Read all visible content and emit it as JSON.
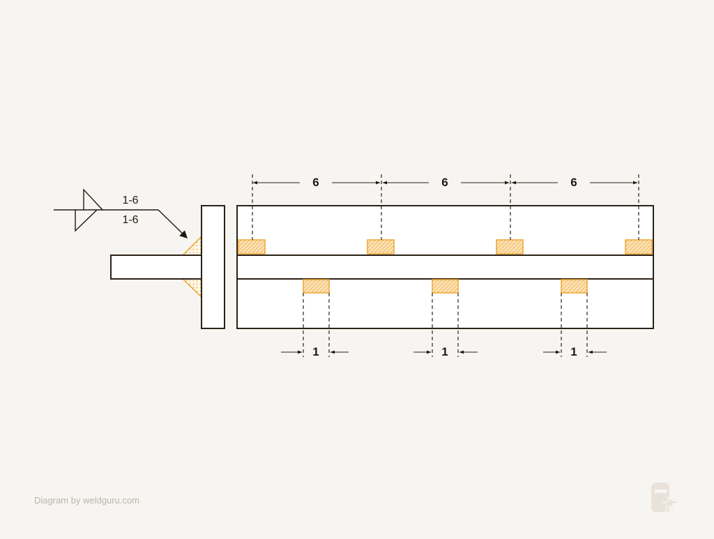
{
  "diagram": {
    "type": "intermittent staggered fillet weld detail",
    "weld_symbol": {
      "arrow_side_label": "1-6",
      "other_side_label": "1-6",
      "symbol_icon": "fillet-weld-both-sides-staggered"
    },
    "dimensions": {
      "pitch_labels": [
        "6",
        "6",
        "6"
      ],
      "length_labels": [
        "1",
        "1",
        "1"
      ]
    },
    "colors": {
      "background": "#f7f5f1",
      "outline": "#2a2118",
      "weld": "#f0a430",
      "weld_fill": "#fbe3b8",
      "dim_line": "#2a2118",
      "credit_text": "#b9b4ad",
      "logo": "#e8e2da"
    }
  },
  "footer": {
    "credit": "Diagram by weldguru.com",
    "logo_icon": "welding-helmet-spark-icon"
  }
}
